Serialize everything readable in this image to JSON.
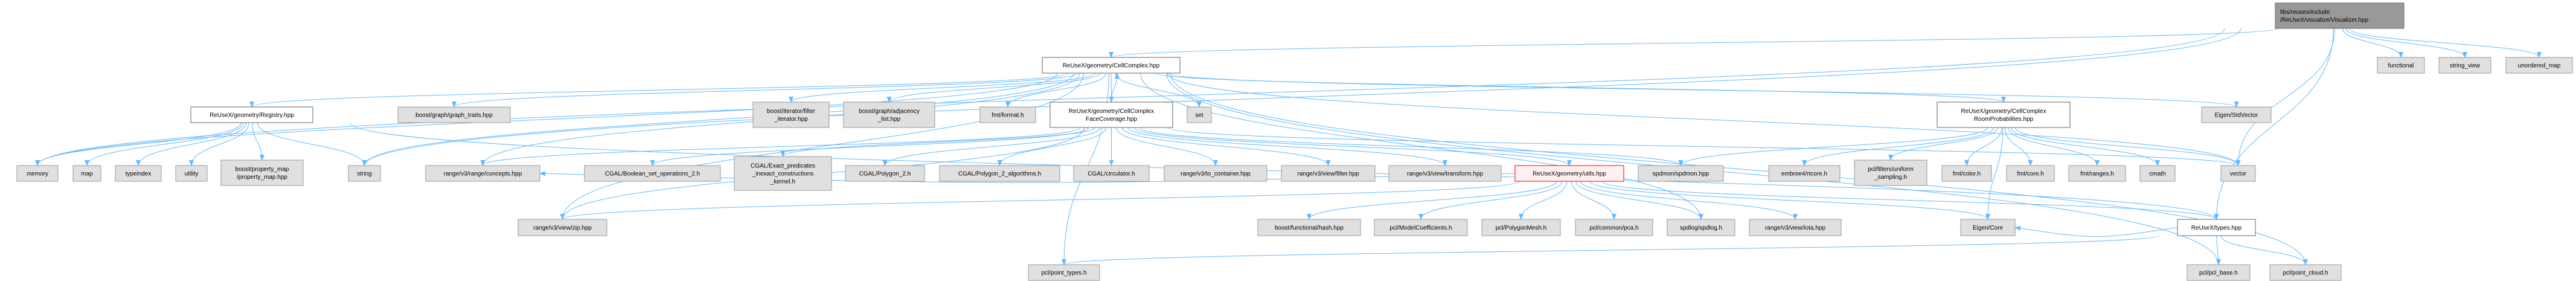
{
  "colors": {
    "edge": "#63b8ff",
    "external_fill": "#e0e0e0",
    "external_border": "#999999",
    "documented_fill": "#ffffff",
    "documented_border": "#666666",
    "root_fill": "#999999",
    "root_border": "#666666",
    "highlight_fill": "#fff0f0",
    "highlight_border": "#ff0000"
  },
  "nodes": [
    {
      "id": "visualizer",
      "kind": "root",
      "lines": [
        "libs/reusex/include",
        "/ReUseX/visualize/Visualizer.hpp"
      ]
    },
    {
      "id": "cellcomplex",
      "kind": "documented",
      "lines": [
        "ReUseX/geometry/CellComplex.hpp"
      ]
    },
    {
      "id": "functional",
      "kind": "external",
      "lines": [
        "functional"
      ]
    },
    {
      "id": "string_view",
      "kind": "external",
      "lines": [
        "string_view"
      ]
    },
    {
      "id": "unordered_map",
      "kind": "external",
      "lines": [
        "unordered_map"
      ]
    },
    {
      "id": "registry",
      "kind": "documented",
      "lines": [
        "ReUseX/geometry/Registry.hpp"
      ]
    },
    {
      "id": "graph_traits",
      "kind": "external",
      "lines": [
        "boost/graph/graph_traits.hpp"
      ]
    },
    {
      "id": "filter_iterator",
      "kind": "external",
      "lines": [
        "boost/iterator/filter",
        "_iterator.hpp"
      ]
    },
    {
      "id": "adjacency_list",
      "kind": "external",
      "lines": [
        "boost/graph/adjacency",
        "_list.hpp"
      ]
    },
    {
      "id": "fmt_format",
      "kind": "external",
      "lines": [
        "fmt/format.h"
      ]
    },
    {
      "id": "facecoverage",
      "kind": "documented",
      "lines": [
        "ReUseX/geometry/CellComplex",
        "FaceCoverage.hpp"
      ]
    },
    {
      "id": "set",
      "kind": "external",
      "lines": [
        "set"
      ]
    },
    {
      "id": "roomprob",
      "kind": "documented",
      "lines": [
        "ReUseX/geometry/CellComplex",
        "RoomProbabilites.hpp"
      ]
    },
    {
      "id": "eigen_stdvector",
      "kind": "external",
      "lines": [
        "Eigen/StdVector"
      ]
    },
    {
      "id": "memory",
      "kind": "external",
      "lines": [
        "memory"
      ]
    },
    {
      "id": "map",
      "kind": "external",
      "lines": [
        "map"
      ]
    },
    {
      "id": "typeindex",
      "kind": "external",
      "lines": [
        "typeindex"
      ]
    },
    {
      "id": "utility",
      "kind": "external",
      "lines": [
        "utility"
      ]
    },
    {
      "id": "property_map",
      "kind": "external",
      "lines": [
        "boost/property_map",
        "/property_map.hpp"
      ]
    },
    {
      "id": "string",
      "kind": "external",
      "lines": [
        "string"
      ]
    },
    {
      "id": "concepts",
      "kind": "external",
      "lines": [
        "range/v3/range/concepts.hpp"
      ]
    },
    {
      "id": "boolean_set",
      "kind": "external",
      "lines": [
        "CGAL/Boolean_set_operations_2.h"
      ]
    },
    {
      "id": "exact_predicates",
      "kind": "external",
      "lines": [
        "CGAL/Exact_predicates",
        "_inexact_constructions",
        "_kernel.h"
      ]
    },
    {
      "id": "polygon_2",
      "kind": "external",
      "lines": [
        "CGAL/Polygon_2.h"
      ]
    },
    {
      "id": "polygon_2_alg",
      "kind": "external",
      "lines": [
        "CGAL/Polygon_2_algorithms.h"
      ]
    },
    {
      "id": "circulator",
      "kind": "external",
      "lines": [
        "CGAL/circulator.h"
      ]
    },
    {
      "id": "to_container",
      "kind": "external",
      "lines": [
        "range/v3/to_container.hpp"
      ]
    },
    {
      "id": "view_filter",
      "kind": "external",
      "lines": [
        "range/v3/view/filter.hpp"
      ]
    },
    {
      "id": "view_transform",
      "kind": "external",
      "lines": [
        "range/v3/view/transform.hpp"
      ]
    },
    {
      "id": "utils",
      "kind": "highlight",
      "lines": [
        "ReUseX/geometry/utils.hpp"
      ]
    },
    {
      "id": "spdmon",
      "kind": "external",
      "lines": [
        "spdmon/spdmon.hpp"
      ]
    },
    {
      "id": "embree",
      "kind": "external",
      "lines": [
        "embree4/rtcore.h"
      ]
    },
    {
      "id": "uniform_sampling",
      "kind": "external",
      "lines": [
        "pcl/filters/uniform",
        "_sampling.h"
      ]
    },
    {
      "id": "fmt_color",
      "kind": "external",
      "lines": [
        "fmt/color.h"
      ]
    },
    {
      "id": "fmt_core",
      "kind": "external",
      "lines": [
        "fmt/core.h"
      ]
    },
    {
      "id": "fmt_ranges",
      "kind": "external",
      "lines": [
        "fmt/ranges.h"
      ]
    },
    {
      "id": "cmath",
      "kind": "external",
      "lines": [
        "cmath"
      ]
    },
    {
      "id": "vector",
      "kind": "external",
      "lines": [
        "vector"
      ]
    },
    {
      "id": "zip",
      "kind": "external",
      "lines": [
        "range/v3/view/zip.hpp"
      ]
    },
    {
      "id": "hash",
      "kind": "external",
      "lines": [
        "boost/functional/hash.hpp"
      ]
    },
    {
      "id": "model_coeff",
      "kind": "external",
      "lines": [
        "pcl/ModelCoefficients.h"
      ]
    },
    {
      "id": "polygon_mesh",
      "kind": "external",
      "lines": [
        "pcl/PolygonMesh.h"
      ]
    },
    {
      "id": "pca",
      "kind": "external",
      "lines": [
        "pcl/common/pca.h"
      ]
    },
    {
      "id": "spdlog",
      "kind": "external",
      "lines": [
        "spdlog/spdlog.h"
      ]
    },
    {
      "id": "iota",
      "kind": "external",
      "lines": [
        "range/v3/view/iota.hpp"
      ]
    },
    {
      "id": "eigen_core",
      "kind": "external",
      "lines": [
        "Eigen/Core"
      ]
    },
    {
      "id": "types",
      "kind": "documented",
      "lines": [
        "ReUseX/types.hpp"
      ]
    },
    {
      "id": "point_types",
      "kind": "external",
      "lines": [
        "pcl/point_types.h"
      ]
    },
    {
      "id": "pcl_base",
      "kind": "external",
      "lines": [
        "pcl/pcl_base.h"
      ]
    },
    {
      "id": "point_cloud",
      "kind": "external",
      "lines": [
        "pcl/point_cloud.h"
      ]
    }
  ],
  "edges": [
    [
      "visualizer",
      "cellcomplex"
    ],
    [
      "visualizer",
      "functional"
    ],
    [
      "visualizer",
      "string_view"
    ],
    [
      "visualizer",
      "unordered_map"
    ],
    [
      "visualizer",
      "vector"
    ],
    [
      "visualizer",
      "types"
    ],
    [
      "visualizer",
      "memory"
    ],
    [
      "visualizer",
      "string"
    ],
    [
      "cellcomplex",
      "registry"
    ],
    [
      "cellcomplex",
      "graph_traits"
    ],
    [
      "cellcomplex",
      "filter_iterator"
    ],
    [
      "cellcomplex",
      "adjacency_list"
    ],
    [
      "cellcomplex",
      "fmt_format"
    ],
    [
      "cellcomplex",
      "facecoverage"
    ],
    [
      "cellcomplex",
      "set"
    ],
    [
      "cellcomplex",
      "roomprob"
    ],
    [
      "cellcomplex",
      "eigen_stdvector"
    ],
    [
      "cellcomplex",
      "vector"
    ],
    [
      "cellcomplex",
      "memory"
    ],
    [
      "cellcomplex",
      "string"
    ],
    [
      "cellcomplex",
      "zip"
    ],
    [
      "cellcomplex",
      "concepts"
    ],
    [
      "cellcomplex",
      "spdlog"
    ],
    [
      "cellcomplex",
      "point_types"
    ],
    [
      "cellcomplex",
      "pcl_base"
    ],
    [
      "cellcomplex",
      "point_cloud"
    ],
    [
      "facecoverage",
      "cellcomplex"
    ],
    [
      "facecoverage",
      "concepts"
    ],
    [
      "facecoverage",
      "boolean_set"
    ],
    [
      "facecoverage",
      "exact_predicates"
    ],
    [
      "facecoverage",
      "polygon_2"
    ],
    [
      "facecoverage",
      "polygon_2_alg"
    ],
    [
      "facecoverage",
      "circulator"
    ],
    [
      "facecoverage",
      "to_container"
    ],
    [
      "facecoverage",
      "view_filter"
    ],
    [
      "facecoverage",
      "view_transform"
    ],
    [
      "facecoverage",
      "utils"
    ],
    [
      "facecoverage",
      "spdmon"
    ],
    [
      "facecoverage",
      "zip"
    ],
    [
      "facecoverage",
      "vector"
    ],
    [
      "registry",
      "memory"
    ],
    [
      "registry",
      "map"
    ],
    [
      "registry",
      "typeindex"
    ],
    [
      "registry",
      "utility"
    ],
    [
      "registry",
      "property_map"
    ],
    [
      "registry",
      "string"
    ],
    [
      "registry",
      "types"
    ],
    [
      "roomprob",
      "spdmon"
    ],
    [
      "roomprob",
      "embree"
    ],
    [
      "roomprob",
      "uniform_sampling"
    ],
    [
      "roomprob",
      "fmt_color"
    ],
    [
      "roomprob",
      "fmt_core"
    ],
    [
      "roomprob",
      "fmt_ranges"
    ],
    [
      "roomprob",
      "cmath"
    ],
    [
      "roomprob",
      "vector"
    ],
    [
      "roomprob",
      "eigen_core"
    ],
    [
      "utils",
      "zip"
    ],
    [
      "utils",
      "hash"
    ],
    [
      "utils",
      "model_coeff"
    ],
    [
      "utils",
      "polygon_mesh"
    ],
    [
      "utils",
      "pca"
    ],
    [
      "utils",
      "spdlog"
    ],
    [
      "utils",
      "iota"
    ],
    [
      "utils",
      "eigen_core"
    ],
    [
      "utils",
      "types"
    ],
    [
      "utils",
      "concepts"
    ],
    [
      "types",
      "pcl_base"
    ],
    [
      "types",
      "point_cloud"
    ],
    [
      "types",
      "point_types"
    ],
    [
      "types",
      "eigen_core"
    ]
  ]
}
